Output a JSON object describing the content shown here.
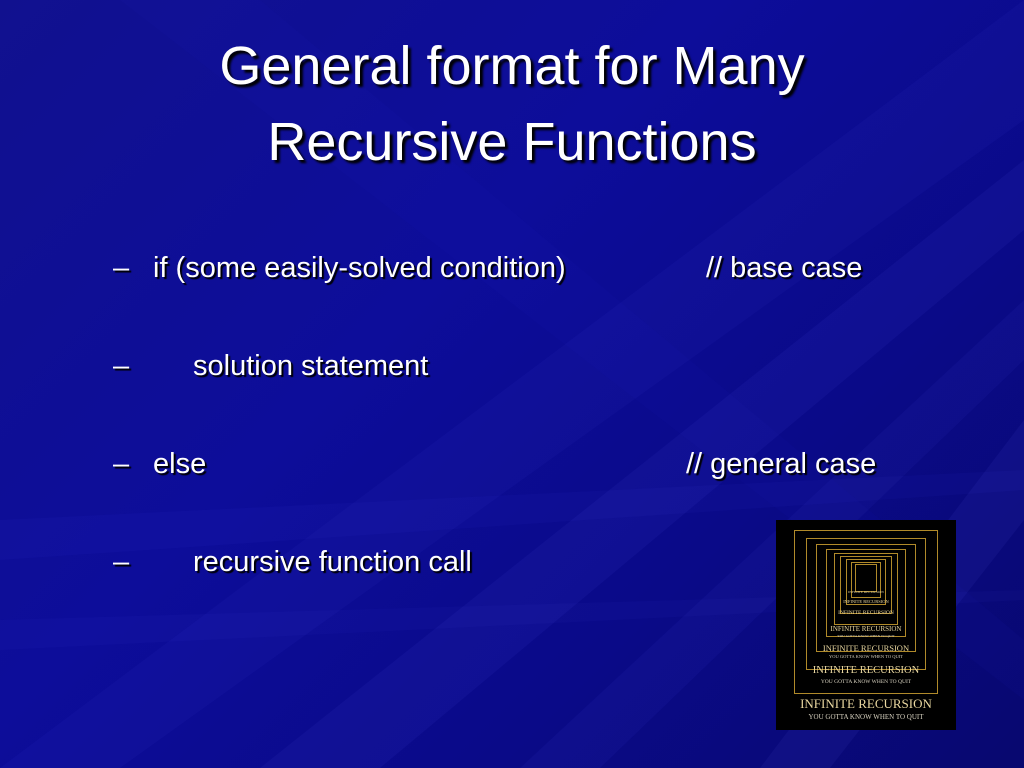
{
  "slide": {
    "title_line1": "General format for Many",
    "title_line2": "Recursive Functions",
    "lines": [
      {
        "bullet": "–",
        "text": "if   (some easily-solved condition)",
        "comment": "// base case"
      },
      {
        "bullet": "–",
        "text": "solution statement",
        "comment": ""
      },
      {
        "bullet": "–",
        "text": "else",
        "comment": "// general case"
      },
      {
        "bullet": "–",
        "text": "recursive function call",
        "comment": ""
      }
    ]
  },
  "poster": {
    "title": "INFINITE RECURSION",
    "subtitle": "YOU GOTTA KNOW WHEN TO QUIT"
  },
  "colors": {
    "background": "#0d0d9a",
    "text": "#ffffff",
    "poster_border": "#b08a2a"
  }
}
